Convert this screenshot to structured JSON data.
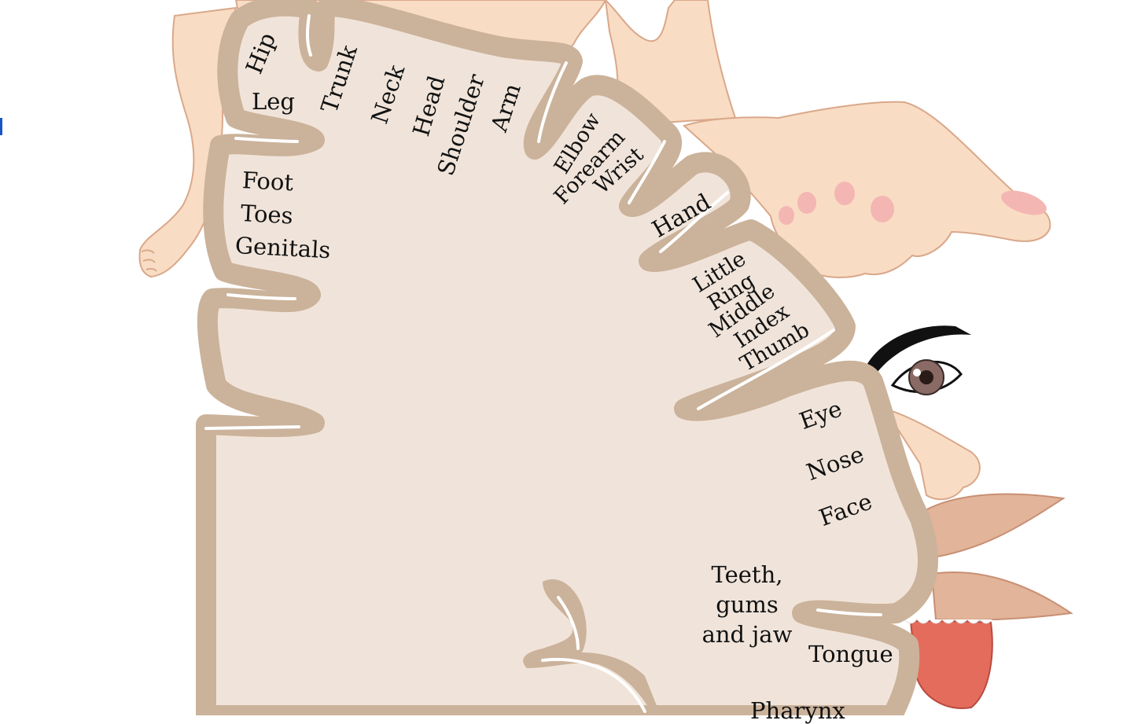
{
  "labels": {
    "hip": "Hip",
    "leg": "Leg",
    "trunk": "Trunk",
    "neck": "Neck",
    "head": "Head",
    "shoulder": "Shoulder",
    "arm": "Arm",
    "elbow": "Elbow",
    "forearm": "Forearm",
    "wrist": "Wrist",
    "hand": "Hand",
    "little": "Little",
    "ring": "Ring",
    "middle": "Middle",
    "index": "Index",
    "thumb": "Thumb",
    "eye": "Eye",
    "nose": "Nose",
    "face": "Face",
    "teeth": "Teeth,\ngums\nand jaw",
    "tongue": "Tongue",
    "pharynx": "Pharynx",
    "foot": "Foot",
    "toes": "Toes",
    "genitals": "Genitals"
  },
  "colors": {
    "cortex_fill": "#f0e4da",
    "cortex_border": "#cbb29a",
    "sulcus_line": "#ffffff",
    "skin": "#f9dcc4",
    "skin_outline": "#d9a88a",
    "nail": "#f4b6b3",
    "lips": "#e2b499",
    "tongue": "#e46c5c",
    "eyebrow": "#111111",
    "iris": "#8a6a64"
  }
}
